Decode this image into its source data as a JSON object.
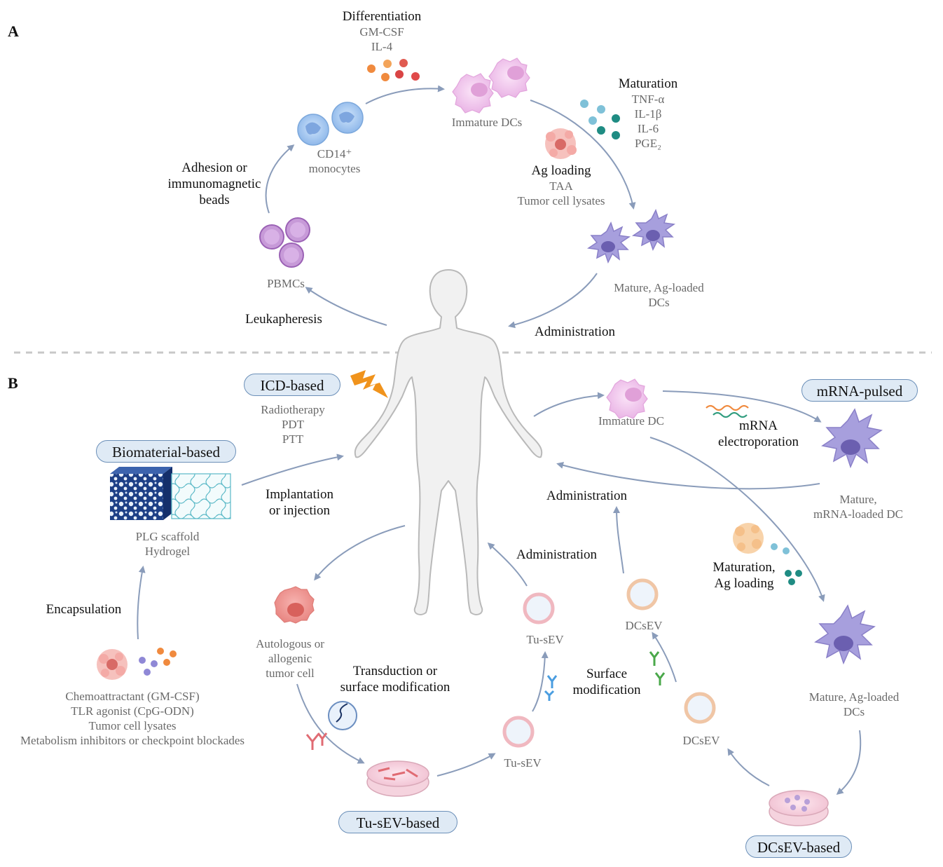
{
  "panels": {
    "a": "A",
    "b": "B"
  },
  "section_a": {
    "differentiation": {
      "title": "Differentiation",
      "lines": [
        "GM-CSF",
        "IL-4"
      ]
    },
    "immature_dcs": "Immature DCs",
    "monocytes": {
      "line1": "CD14⁺",
      "line2": "monocytes"
    },
    "maturation": {
      "title": "Maturation",
      "lines": [
        "TNF-α",
        "IL-1β",
        "IL-6",
        "PGE₂"
      ]
    },
    "ag_loading": {
      "title": "Ag loading",
      "lines": [
        "TAA",
        "Tumor cell lysates"
      ]
    },
    "adhesion": [
      "Adhesion or",
      "immunomagnetic",
      "beads"
    ],
    "pbmcs": "PBMCs",
    "leukapheresis": "Leukapheresis",
    "mature_dcs": [
      "Mature, Ag-loaded",
      "DCs"
    ],
    "administration": "Administration"
  },
  "section_b": {
    "icd": {
      "pill": "ICD-based",
      "lines": [
        "Radiotherapy",
        "PDT",
        "PTT"
      ]
    },
    "biomaterial": {
      "pill": "Biomaterial-based",
      "lines": [
        "PLG scaffold",
        "Hydrogel"
      ]
    },
    "implantation": [
      "Implantation",
      "or injection"
    ],
    "encapsulation": "Encapsulation",
    "chemo_list": [
      "Chemoattractant (GM-CSF)",
      "TLR agonist (CpG-ODN)",
      "Tumor cell lysates",
      "Metabolism inhibitors or checkpoint blockades"
    ],
    "immature_dc": "Immature DC",
    "mrna": {
      "pill": "mRNA-pulsed",
      "process": [
        "mRNA",
        "electroporation"
      ],
      "result": [
        "Mature,",
        "mRNA-loaded DC"
      ]
    },
    "administration_right": "Administration",
    "administration_mid": "Administration",
    "maturation_ag": [
      "Maturation,",
      "Ag loading"
    ],
    "mature_dcs": [
      "Mature, Ag-loaded",
      "DCs"
    ],
    "tumor_cell": [
      "Autologous or",
      "allogenic",
      "tumor cell"
    ],
    "transduction": [
      "Transduction or",
      "surface modification"
    ],
    "tu_sev_top": "Tu-sEV",
    "tu_sev_bottom": "Tu-sEV",
    "tu_sev_pill": "Tu-sEV-based",
    "dcsev_top": "DCsEV",
    "dcsev_bottom": "DCsEV",
    "surface_mod": [
      "Surface",
      "modification"
    ],
    "dcsev_pill": "DCsEV-based"
  },
  "colors": {
    "arrow": "#8a9cba",
    "pill_bg": "#dfeaf5",
    "pill_border": "#6b8fb8",
    "dc_purple": "#9a90d6",
    "immature_pink": "#f0c6ec"
  }
}
